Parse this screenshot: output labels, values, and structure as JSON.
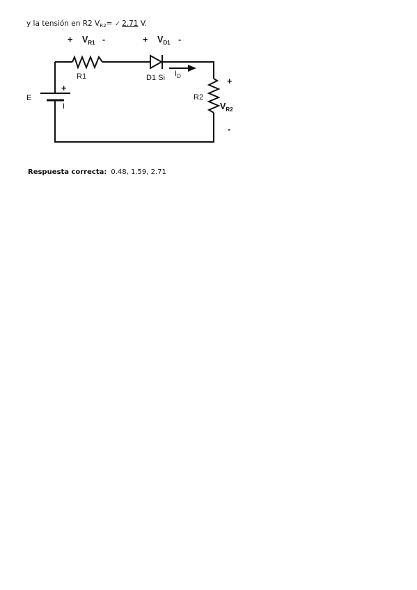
{
  "question": {
    "prefix": "y la tensión en R2 V",
    "sub": "R2",
    "eq": "=",
    "check_icon": "checkmark-icon",
    "answer": "2.71",
    "unit": "V."
  },
  "circuit": {
    "E": "E",
    "battery_plus": "+",
    "battery_minus": "I",
    "R1": "R1",
    "D1": "D1 Si",
    "R2": "R2",
    "ID_main": "I",
    "ID_sub": "D",
    "VR1_plus": "+",
    "VR1_main": "V",
    "VR1_sub": "R1",
    "VR1_minus": "-",
    "VD1_plus": "+",
    "VD1_main": "V",
    "VD1_sub": "D1",
    "VD1_minus": "-",
    "VR2_plus": "+",
    "VR2_main": "V",
    "VR2_sub": "R2",
    "VR2_minus": "-"
  },
  "correct": {
    "label": "Respuesta correcta:",
    "values": "0.48, 1.59, 2.71"
  }
}
